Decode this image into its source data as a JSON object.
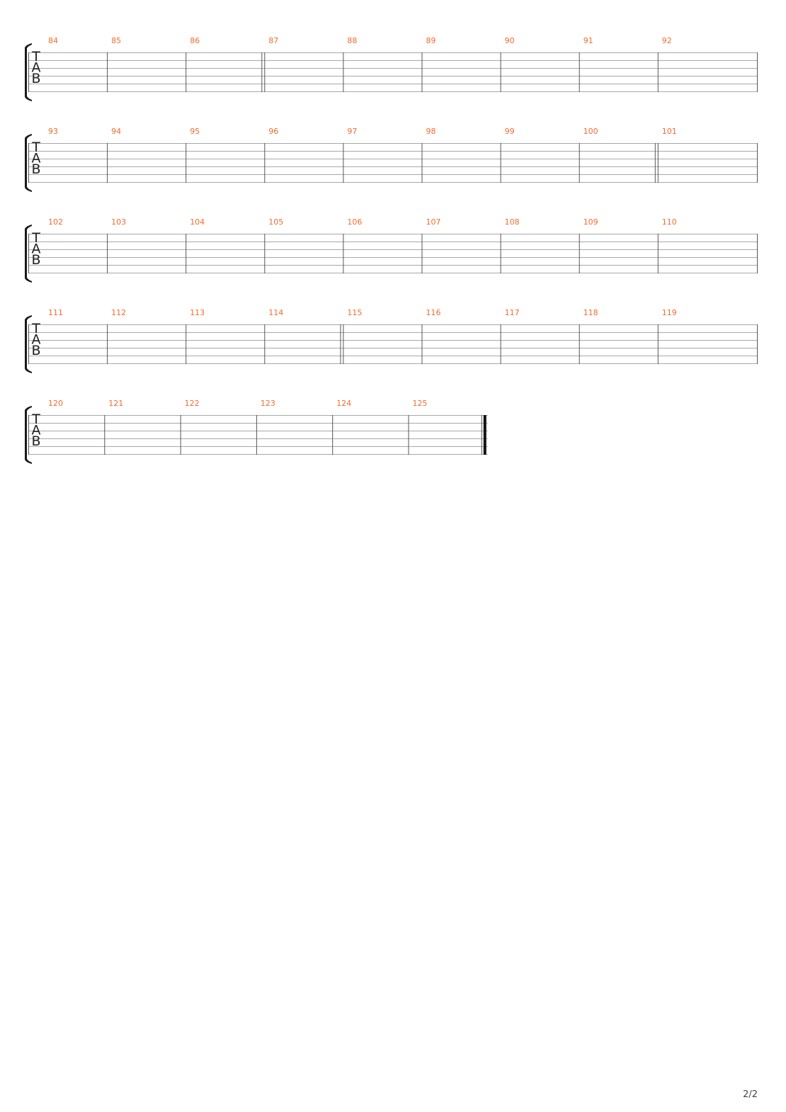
{
  "colors": {
    "measure_number": "#f26b2d",
    "staff_line": "#a8a8a8",
    "barline": "#555555",
    "bracket": "#1a1a1a",
    "final_bar": "#111111"
  },
  "tab_clef": [
    "T",
    "A",
    "B"
  ],
  "systems": [
    {
      "measures": [
        "84",
        "85",
        "86",
        "87",
        "88",
        "89",
        "90",
        "91",
        "92"
      ],
      "double_bar_before": [
        "87"
      ],
      "final": false
    },
    {
      "measures": [
        "93",
        "94",
        "95",
        "96",
        "97",
        "98",
        "99",
        "100",
        "101"
      ],
      "double_bar_before": [
        "101"
      ],
      "final": false
    },
    {
      "measures": [
        "102",
        "103",
        "104",
        "105",
        "106",
        "107",
        "108",
        "109",
        "110"
      ],
      "double_bar_before": [],
      "final": false
    },
    {
      "measures": [
        "111",
        "112",
        "113",
        "114",
        "115",
        "116",
        "117",
        "118",
        "119"
      ],
      "double_bar_before": [
        "115"
      ],
      "final": false
    },
    {
      "measures": [
        "120",
        "121",
        "122",
        "123",
        "124",
        "125"
      ],
      "double_bar_before": [],
      "final": true
    }
  ],
  "footer": {
    "page_number": "2/2"
  }
}
